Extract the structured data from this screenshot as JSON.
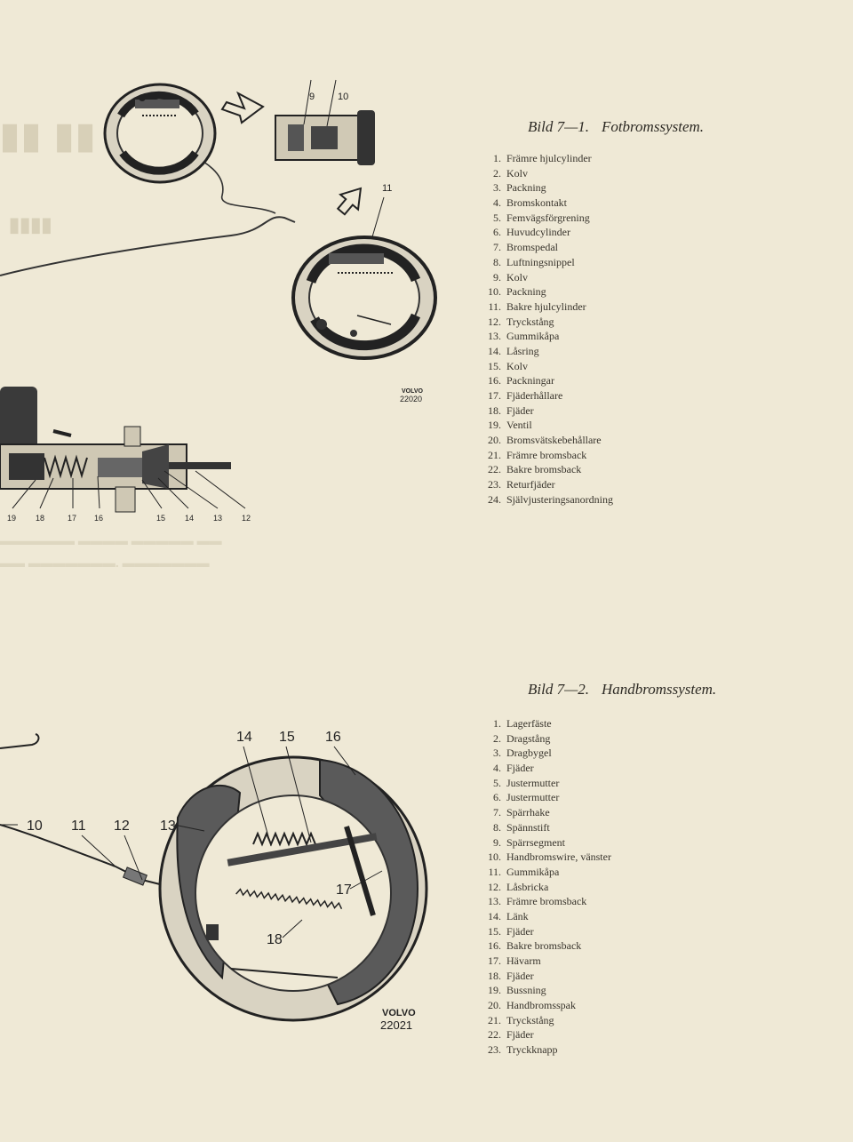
{
  "figure1": {
    "caption_number": "Bild 7—1.",
    "caption_title": "Fotbromssystem.",
    "callouts": [
      "9",
      "10",
      "11"
    ],
    "mark_brand": "VOLVO",
    "mark_number": "22020",
    "master_cylinder_callouts": [
      "19",
      "18",
      "17",
      "16",
      "15",
      "14",
      "13",
      "12"
    ],
    "legend": [
      {
        "num": "1.",
        "text": "Främre hjulcylinder"
      },
      {
        "num": "2.",
        "text": "Kolv"
      },
      {
        "num": "3.",
        "text": "Packning"
      },
      {
        "num": "4.",
        "text": "Bromskontakt"
      },
      {
        "num": "5.",
        "text": "Femvägsförgrening"
      },
      {
        "num": "6.",
        "text": "Huvudcylinder"
      },
      {
        "num": "7.",
        "text": "Bromspedal"
      },
      {
        "num": "8.",
        "text": "Luftningsnippel"
      },
      {
        "num": "9.",
        "text": "Kolv"
      },
      {
        "num": "10.",
        "text": "Packning"
      },
      {
        "num": "11.",
        "text": "Bakre hjulcylinder"
      },
      {
        "num": "12.",
        "text": "Tryckstång"
      },
      {
        "num": "13.",
        "text": "Gummikåpa"
      },
      {
        "num": "14.",
        "text": "Låsring"
      },
      {
        "num": "15.",
        "text": "Kolv"
      },
      {
        "num": "16.",
        "text": "Packningar"
      },
      {
        "num": "17.",
        "text": "Fjäderhållare"
      },
      {
        "num": "18.",
        "text": "Fjäder"
      },
      {
        "num": "19.",
        "text": "Ventil"
      },
      {
        "num": "20.",
        "text": "Bromsvätskebehållare"
      },
      {
        "num": "21.",
        "text": "Främre bromsback"
      },
      {
        "num": "22.",
        "text": "Bakre bromsback"
      },
      {
        "num": "23.",
        "text": "Returfjäder"
      },
      {
        "num": "24.",
        "text": "Självjusteringsanordning"
      }
    ]
  },
  "figure2": {
    "caption_number": "Bild 7—2.",
    "caption_title": "Handbromssystem.",
    "callouts": [
      "14",
      "15",
      "16",
      "10",
      "11",
      "12",
      "13",
      "17",
      "18"
    ],
    "mark_brand": "VOLVO",
    "mark_number": "22021",
    "legend": [
      {
        "num": "1.",
        "text": "Lagerfäste"
      },
      {
        "num": "2.",
        "text": "Dragstång"
      },
      {
        "num": "3.",
        "text": "Dragbygel"
      },
      {
        "num": "4.",
        "text": "Fjäder"
      },
      {
        "num": "5.",
        "text": "Justermutter"
      },
      {
        "num": "6.",
        "text": "Justermutter"
      },
      {
        "num": "7.",
        "text": "Spärrhake"
      },
      {
        "num": "8.",
        "text": "Spännstift"
      },
      {
        "num": "9.",
        "text": "Spärrsegment"
      },
      {
        "num": "10.",
        "text": "Handbromswire, vänster"
      },
      {
        "num": "11.",
        "text": "Gummikåpa"
      },
      {
        "num": "12.",
        "text": "Låsbricka"
      },
      {
        "num": "13.",
        "text": "Främre bromsback"
      },
      {
        "num": "14.",
        "text": "Länk"
      },
      {
        "num": "15.",
        "text": "Fjäder"
      },
      {
        "num": "16.",
        "text": "Bakre bromsback"
      },
      {
        "num": "17.",
        "text": "Hävarm"
      },
      {
        "num": "18.",
        "text": "Fjäder"
      },
      {
        "num": "19.",
        "text": "Bussning"
      },
      {
        "num": "20.",
        "text": "Handbromsspak"
      },
      {
        "num": "21.",
        "text": "Tryckstång"
      },
      {
        "num": "22.",
        "text": "Fjäder"
      },
      {
        "num": "23.",
        "text": "Tryckknapp"
      }
    ]
  }
}
